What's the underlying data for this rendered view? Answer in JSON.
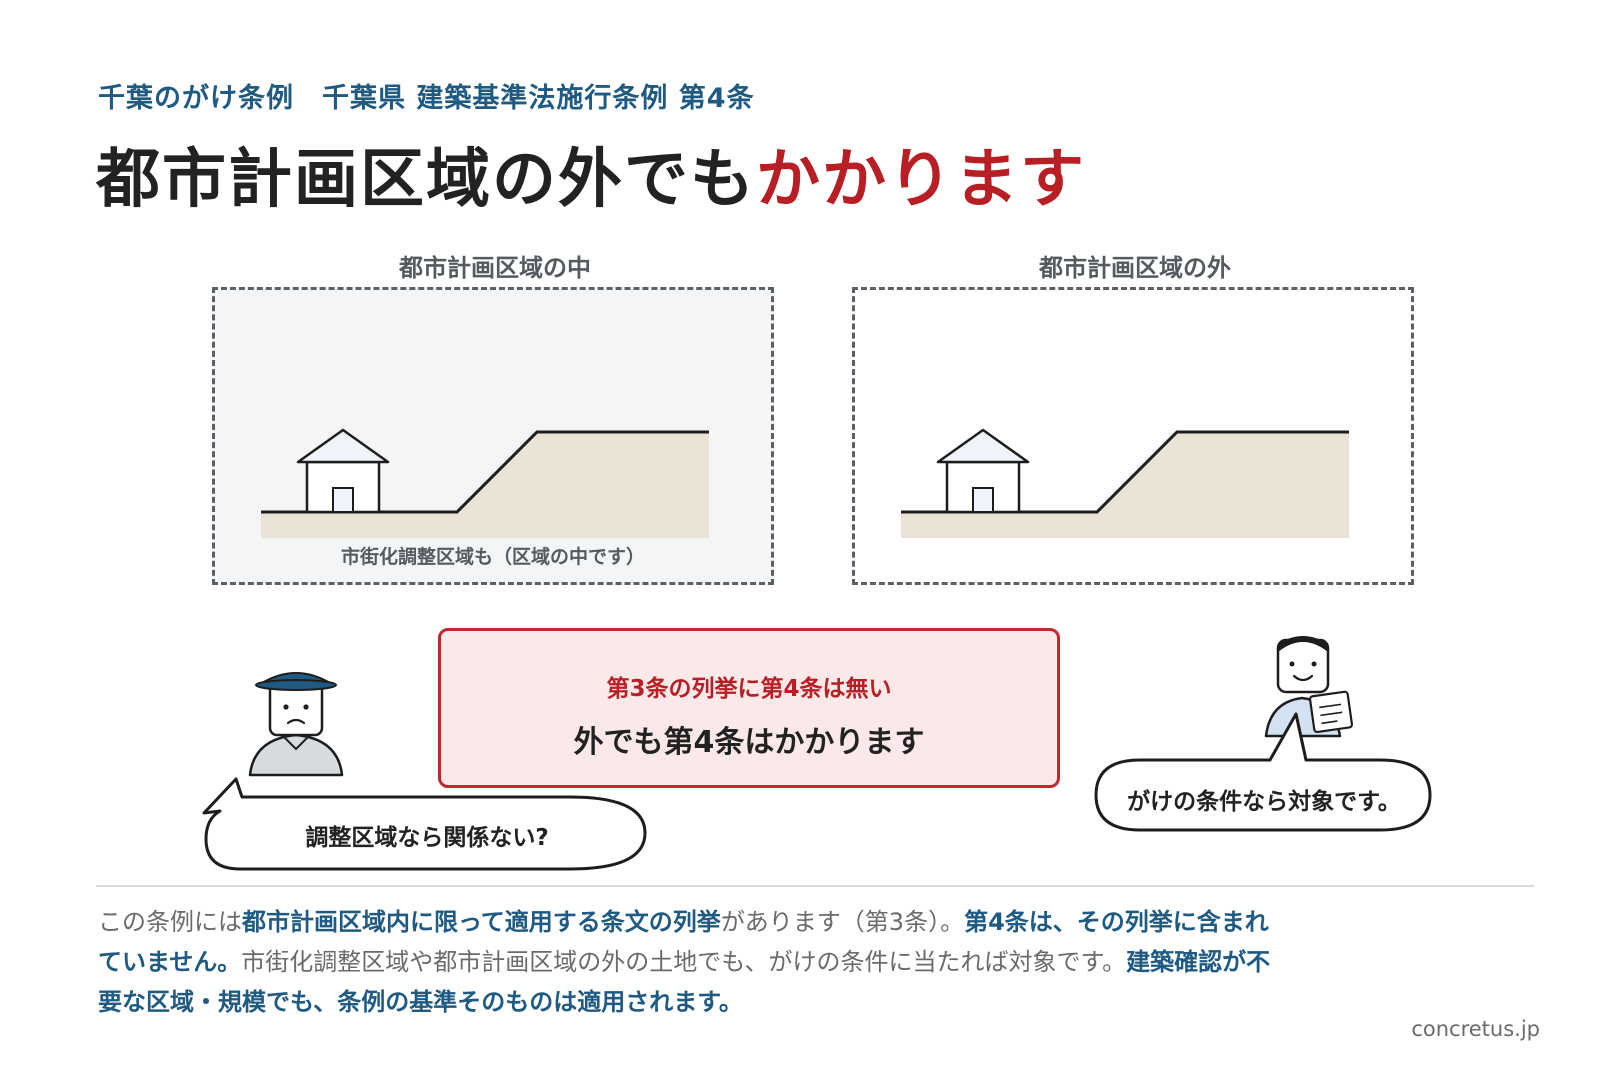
{
  "header": {
    "subtitle": "千葉のがけ条例　千葉県 建築基準法施行条例 第4条",
    "title_main": "都市計画区域の外でも",
    "title_accent": "かかります"
  },
  "panels": {
    "inside": {
      "label": "都市計画区域の中",
      "note": "市街化調整区域も（区域の中です）"
    },
    "outside": {
      "label": "都市計画区域の外"
    }
  },
  "center_box": {
    "line1": "第3条の列挙に第4条は無い",
    "line2": "外でも第4条はかかります"
  },
  "speech": {
    "left": "調整区域なら関係ない?",
    "right": "がけの条件なら対象です。"
  },
  "explanation": {
    "s1": "この条例には",
    "s2": "都市計画区域内に限って適用する条文の列挙",
    "s3": "があります（第3条）。",
    "s4": "第4条は、その列挙に含まれていません。",
    "s5": "市街化調整区域や都市計画区域の外の土地でも、がけの条件に当たれば対象です。",
    "s6": "建築確認が不要な区域・規模でも、条例の基準そのものは適用されます。"
  },
  "credit": "concretus.jp",
  "colors": {
    "accent_red": "#b81f24",
    "accent_blue": "#1f5a82",
    "ground": "#ebe3d6",
    "house_roof": "#f0f4fa",
    "hat": "#1f5a82"
  },
  "icons": [
    "house-icon",
    "slope-icon",
    "worried-person-icon",
    "inspector-person-icon"
  ]
}
